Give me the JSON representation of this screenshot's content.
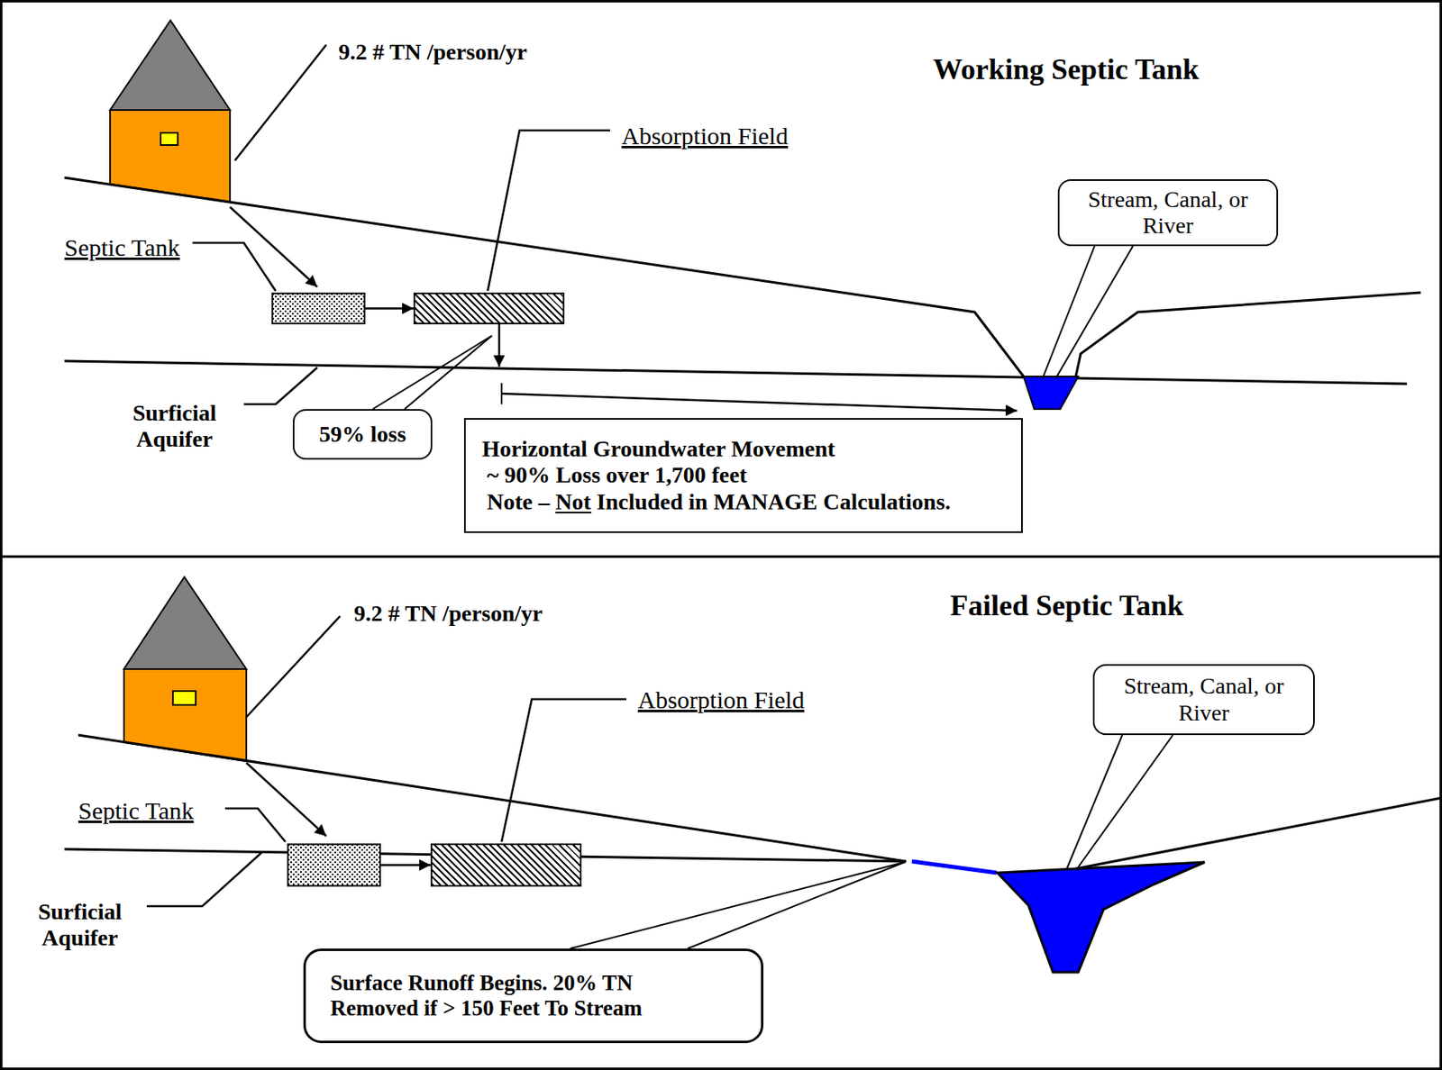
{
  "diagram": {
    "nodes": [
      {
        "text": [
          "Septic Tank"
        ]
      },
      {
        "text": [
          "Absorption Field"
        ]
      },
      {
        "text": [
          "Stream, Canal, or River"
        ]
      },
      {
        "text": [
          "59% loss"
        ]
      },
      {
        "text": [
          "Horizontal Groundwater Movement",
          "~ 90% Loss over 1,700 feet",
          "Note – Not Included in MANAGE Calculations."
        ]
      },
      {
        "text": [
          "Septic Tank"
        ]
      },
      {
        "text": [
          "Absorption Field"
        ]
      },
      {
        "text": [
          "Stream, Canal, or River"
        ]
      },
      {
        "text": [
          "Surface Runoff Begins. 20% TN Removed if > 150 Feet To Stream"
        ]
      }
    ],
    "edges": [
      {
        "from": 0,
        "to": 1,
        "arrow": "to"
      },
      {
        "from": 5,
        "to": 6,
        "arrow": "to"
      }
    ],
    "labels": [
      "Working Septic Tank",
      "9.2 # TN /person/yr",
      "Surficial Aquifer",
      "Failed Septic Tank",
      "9.2 # TN /person/yr",
      "Surficial Aquifer"
    ]
  }
}
